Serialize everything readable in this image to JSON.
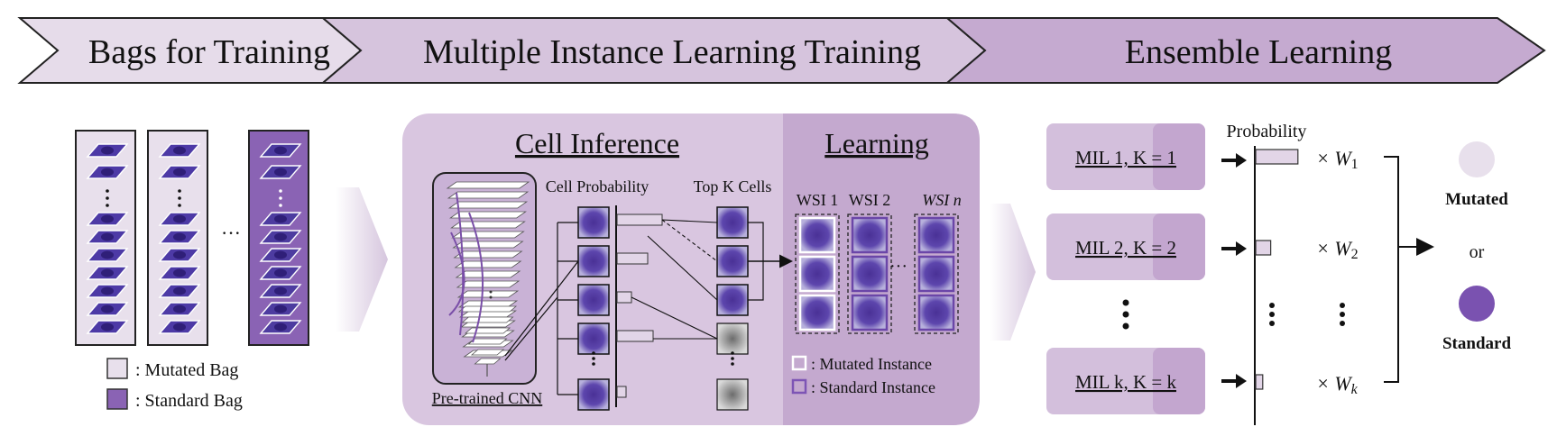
{
  "stages": [
    {
      "label": "Bags for Training"
    },
    {
      "label": "Multiple Instance Learning Training"
    },
    {
      "label": "Ensemble Learning"
    }
  ],
  "bags_legend": {
    "mutated": ": Mutated Bag",
    "standard": ": Standard Bag",
    "ellipsis": "···"
  },
  "mil_panel": {
    "cell_inference_title": "Cell Inference",
    "learning_title": "Learning",
    "cell_probability_label": "Cell Probability",
    "top_k_label": "Top K Cells",
    "cnn_label": "Pre-trained CNN",
    "wsi_labels": [
      "WSI 1",
      "WSI 2",
      "WSI n"
    ],
    "mutated_instance": ": Mutated Instance",
    "standard_instance": ": Standard Instance",
    "ellipsis_h": "···"
  },
  "ensemble": {
    "probability_label": "Probability",
    "models": [
      {
        "label": "MIL 1, K = 1",
        "weight_base": "× W",
        "weight_sub": "1",
        "probability": 0.9
      },
      {
        "label": "MIL 2, K = 2",
        "weight_base": "× W",
        "weight_sub": "2",
        "probability": 0.32
      },
      {
        "label": "MIL k, K = k",
        "weight_base": "× W",
        "weight_sub": "k",
        "probability": 0.15
      }
    ],
    "mutated_label": "Mutated",
    "or_label": "or",
    "standard_label": "Standard"
  },
  "colors": {
    "stage1": "#e6dcea",
    "stage2": "#d6c4dd",
    "stage3": "#c5aad0",
    "panel_light": "#d9c6e0",
    "panel_dark": "#c4a9cf",
    "box_fill": "#d3bfdc",
    "box_dark": "#c3a6cf",
    "mutated": "#e8e0ec",
    "standard": "#8a63b4",
    "standard_circle": "#7a52b0",
    "cell_purple": "#4b3a9b",
    "cell_light": "#8f7fc6"
  }
}
